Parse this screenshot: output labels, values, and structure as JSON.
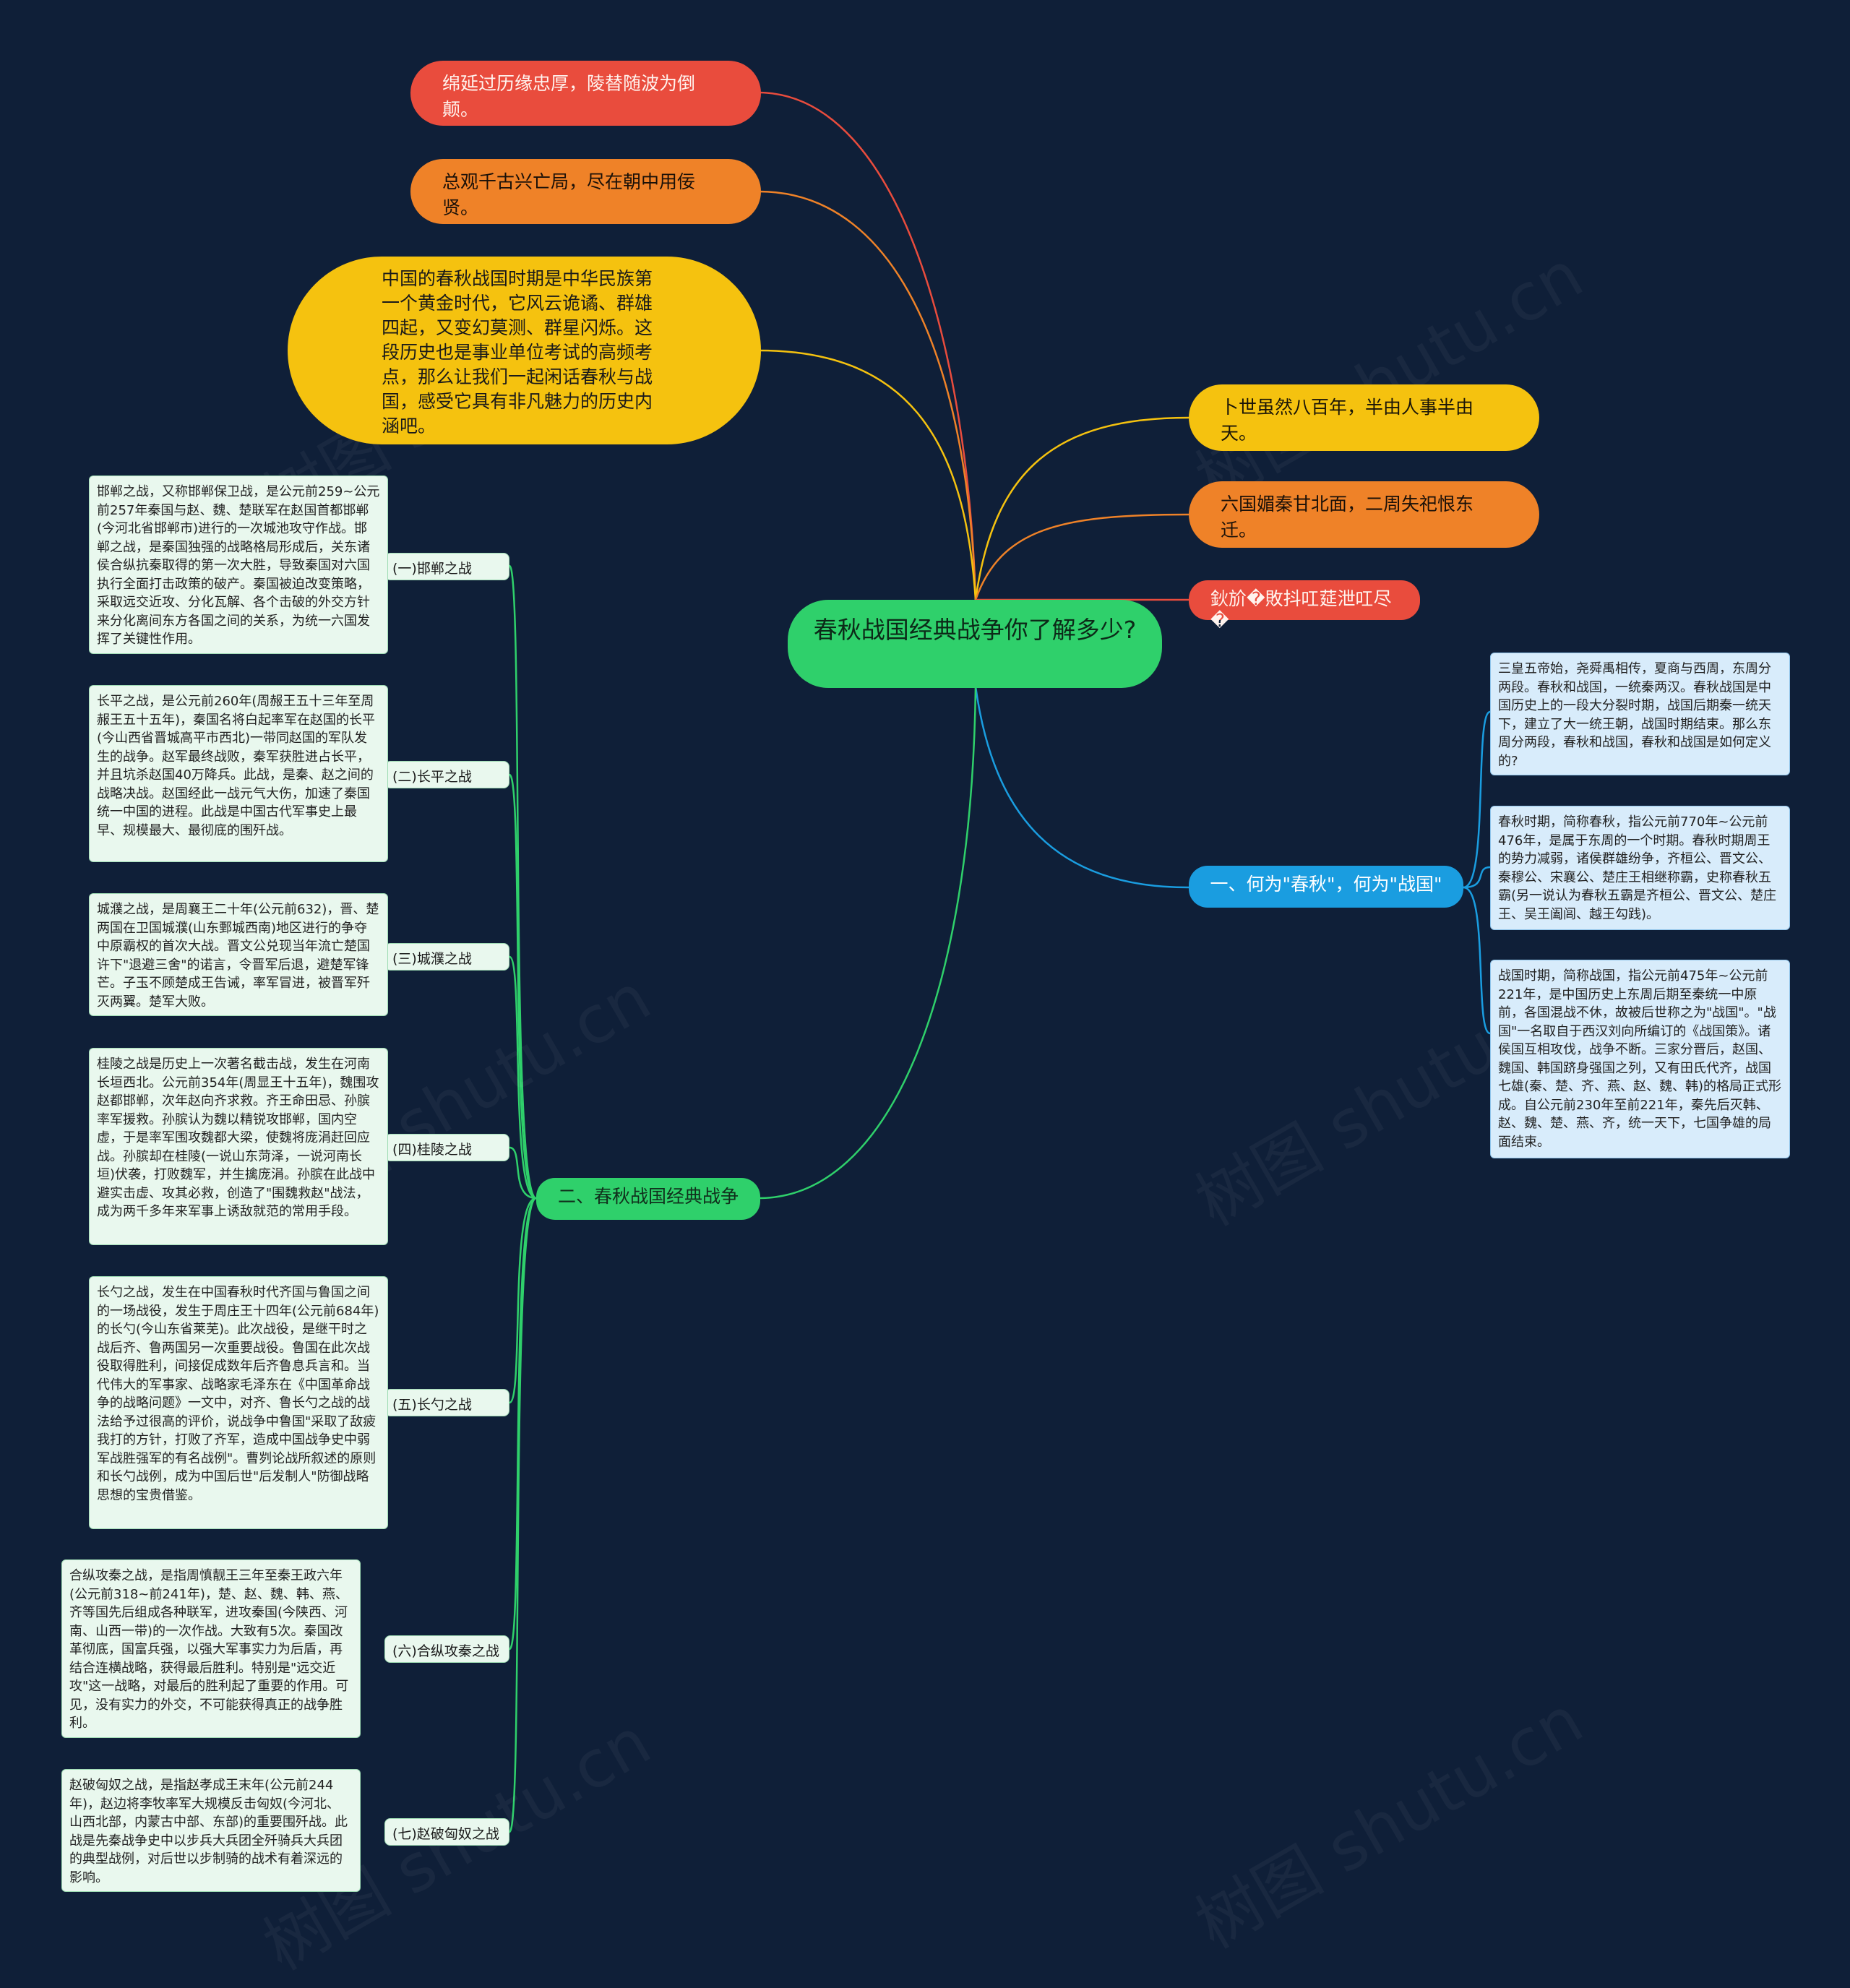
{
  "center": "春秋战国经典战争你了解多少?",
  "left_top": {
    "poem1": "绵延过历缘忠厚，陵替随波为倒颠。",
    "poem2": "总观千古兴亡局，尽在朝中用佞贤。",
    "intro": "中国的春秋战国时期是中华民族第一个黄金时代，它风云诡谲、群雄四起，又变幻莫测、群星闪烁。这段历史也是事业单位考试的高频考点，那么让我们一起闲话春秋与战国，感受它具有非凡魅力的历史内涵吧。"
  },
  "right_top": {
    "poem3": "卜世虽然八百年，半由人事半由天。",
    "poem4": "六国媚秦甘北面，二周失祀恨东迁。",
    "garbled": "鈥斺�敗抖叿莚泄叿尽�"
  },
  "branch1": {
    "label": "一、何为\"春秋\"，何为\"战国\"",
    "leaves": [
      "三皇五帝始，尧舜禹相传，夏商与西周，东周分两段。春秋和战国，一统秦两汉。春秋战国是中国历史上的一段大分裂时期，战国后期秦一统天下，建立了大一统王朝，战国时期结束。那么东周分两段，春秋和战国，春秋和战国是如何定义的?",
      "春秋时期，简称春秋，指公元前770年~公元前476年，是属于东周的一个时期。春秋时期周王的势力减弱，诸侯群雄纷争，齐桓公、晋文公、秦穆公、宋襄公、楚庄王相继称霸，史称春秋五霸(另一说认为春秋五霸是齐桓公、晋文公、楚庄王、吴王阖闾、越王勾践)。",
      "战国时期，简称战国，指公元前475年~公元前221年，是中国历史上东周后期至秦统一中原前，各国混战不休，故被后世称之为\"战国\"。\"战国\"一名取自于西汉刘向所编订的《战国策》。诸侯国互相攻伐，战争不断。三家分晋后，赵国、魏国、韩国跻身强国之列，又有田氏代齐，战国七雄(秦、楚、齐、燕、赵、魏、韩)的格局正式形成。自公元前230年至前221年，秦先后灭韩、赵、魏、楚、燕、齐，统一天下，七国争雄的局面结束。"
    ]
  },
  "branch2": {
    "label": "二、春秋战国经典战争",
    "items": [
      {
        "label": "(一)邯郸之战",
        "text": "邯郸之战，又称邯郸保卫战，是公元前259~公元前257年秦国与赵、魏、楚联军在赵国首都邯郸(今河北省邯郸市)进行的一次城池攻守作战。邯郸之战，是秦国独强的战略格局形成后，关东诸侯合纵抗秦取得的第一次大胜，导致秦国对六国执行全面打击政策的破产。秦国被迫改变策略，采取远交近攻、分化瓦解、各个击破的外交方针来分化离间东方各国之间的关系，为统一六国发挥了关键性作用。"
      },
      {
        "label": "(二)长平之战",
        "text": "长平之战，是公元前260年(周赧王五十三年至周赧王五十五年)，秦国名将白起率军在赵国的长平(今山西省晋城高平市西北)一带同赵国的军队发生的战争。赵军最终战败，秦军获胜进占长平，并且坑杀赵国40万降兵。此战，是秦、赵之间的战略决战。赵国经此一战元气大伤，加速了秦国统一中国的进程。此战是中国古代军事史上最早、规模最大、最彻底的围歼战。"
      },
      {
        "label": "(三)城濮之战",
        "text": "城濮之战，是周襄王二十年(公元前632)，晋、楚两国在卫国城濮(山东鄄城西南)地区进行的争夺中原霸权的首次大战。晋文公兑现当年流亡楚国许下\"退避三舍\"的诺言，令晋军后退，避楚军锋芒。子玉不顾楚成王告诫，率军冒进，被晋军歼灭两翼。楚军大败。"
      },
      {
        "label": "(四)桂陵之战",
        "text": "桂陵之战是历史上一次著名截击战，发生在河南长垣西北。公元前354年(周显王十五年)，魏围攻赵都邯郸，次年赵向齐求救。齐王命田忌、孙膑率军援救。孙膑认为魏以精锐攻邯郸，国内空虚，于是率军围攻魏都大梁，使魏将庞涓赶回应战。孙膑却在桂陵(一说山东菏泽，一说河南长垣)伏袭，打败魏军，并生擒庞涓。孙膑在此战中避实击虚、攻其必救，创造了\"围魏救赵\"战法，成为两千多年来军事上诱敌就范的常用手段。"
      },
      {
        "label": "(五)长勺之战",
        "text": "长勺之战，发生在中国春秋时代齐国与鲁国之间的一场战役，发生于周庄王十四年(公元前684年)的长勺(今山东省莱芜)。此次战役，是继干时之战后齐、鲁两国另一次重要战役。鲁国在此次战役取得胜利，间接促成数年后齐鲁息兵言和。当代伟大的军事家、战略家毛泽东在《中国革命战争的战略问题》一文中，对齐、鲁长勺之战的战法给予过很高的评价，说战争中鲁国\"采取了敌疲我打的方针，打败了齐军，造成中国战争史中弱军战胜强军的有名战例\"。曹刿论战所叙述的原则和长勺战例，成为中国后世\"后发制人\"防御战略思想的宝贵借鉴。"
      },
      {
        "label": "(六)合纵攻秦之战",
        "text": "合纵攻秦之战，是指周慎靓王三年至秦王政六年(公元前318~前241年)，楚、赵、魏、韩、燕、齐等国先后组成各种联军，进攻秦国(今陕西、河南、山西一带)的一次作战。大致有5次。秦国改革彻底，国富兵强，以强大军事实力为后盾，再结合连横战略，获得最后胜利。特别是\"远交近攻\"这一战略，对最后的胜利起了重要的作用。可见，没有实力的外交，不可能获得真正的战争胜利。"
      },
      {
        "label": "(七)赵破匈奴之战",
        "text": "赵破匈奴之战，是指赵孝成王末年(公元前244年)，赵边将李牧率军大规模反击匈奴(今河北、山西北部，内蒙古中部、东部)的重要围歼战。此战是先秦战争史中以步兵大兵团全歼骑兵大兵团的典型战例，对后世以步制骑的战术有着深远的影响。"
      }
    ]
  },
  "watermark": "树图 shutu.cn",
  "colors": {
    "background": "#0f1f38",
    "center": "#2fd06b",
    "red": "#e94c3d",
    "orange": "#ef8228",
    "yellow": "#f5c20f",
    "blue": "#1a9de0",
    "green": "#2fd06b"
  }
}
